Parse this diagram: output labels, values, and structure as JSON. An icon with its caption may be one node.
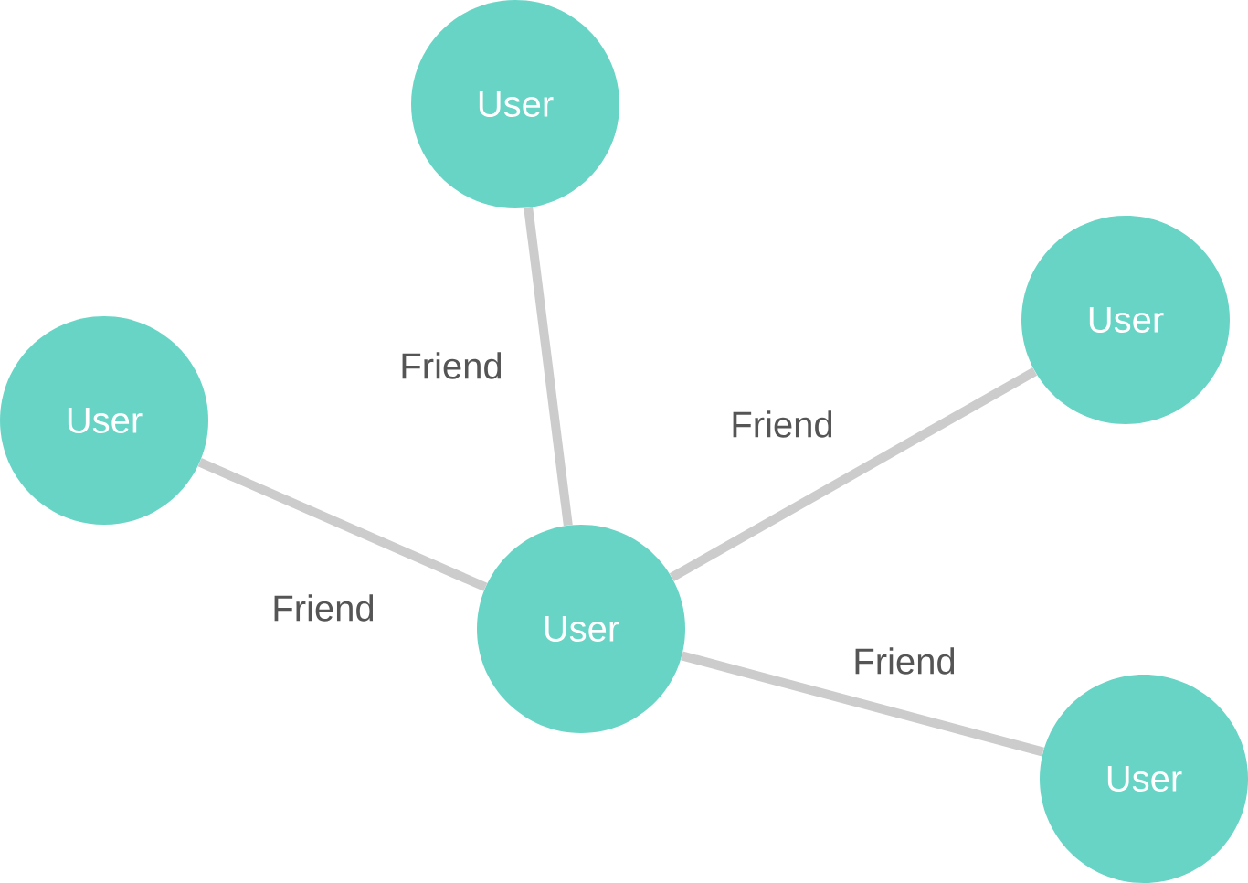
{
  "diagram": {
    "nodes": [
      {
        "text": [
          "User"
        ]
      },
      {
        "text": [
          "User"
        ]
      },
      {
        "text": [
          "User"
        ]
      },
      {
        "text": [
          "User"
        ]
      },
      {
        "text": [
          "User"
        ]
      }
    ],
    "edges": [
      {
        "from": 0,
        "to": 3,
        "arrow": "none",
        "label": "Friend"
      },
      {
        "from": 3,
        "to": 1,
        "arrow": "none",
        "label": "Friend"
      },
      {
        "from": 2,
        "to": 3,
        "arrow": "none",
        "label": "Friend"
      },
      {
        "from": 3,
        "to": 4,
        "arrow": "none",
        "label": "Friend"
      }
    ]
  }
}
